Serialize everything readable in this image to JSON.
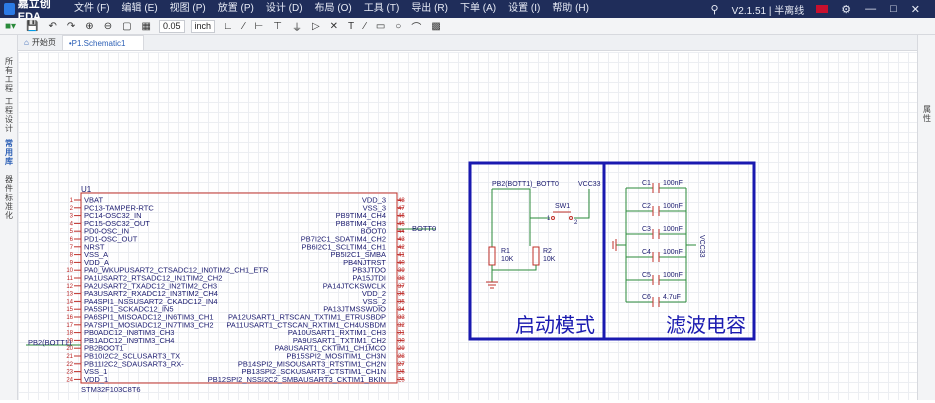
{
  "app": {
    "logo_text": "嘉立创EDA",
    "version": "V2.1.51 | 半离线"
  },
  "menu": [
    "文件 (F)",
    "编辑 (E)",
    "视图 (P)",
    "放置 (P)",
    "设计 (D)",
    "布局 (O)",
    "工具 (T)",
    "导出 (R)",
    "下单 (A)",
    "设置 (I)",
    "帮助 (H)"
  ],
  "toolbar": {
    "grid_value": "0.05",
    "unit": "inch"
  },
  "tabs": [
    {
      "label": "开始页"
    },
    {
      "label": "•P1.Schematic1"
    }
  ],
  "left_panel": [
    "所有工程",
    "工程设计",
    "常用库",
    "器件标准化"
  ],
  "right_panel": [
    "属性"
  ],
  "schematic": {
    "u1": {
      "ref": "U1",
      "value": "STM32F103C8T6",
      "left_pins": [
        {
          "num": "1",
          "name": "VBAT"
        },
        {
          "num": "2",
          "name": "PC13-TAMPER-RTC"
        },
        {
          "num": "3",
          "name": "PC14-OSC32_IN"
        },
        {
          "num": "4",
          "name": "PC15-OSC32_OUT"
        },
        {
          "num": "5",
          "name": "PD0-OSC_IN"
        },
        {
          "num": "6",
          "name": "PD1-OSC_OUT"
        },
        {
          "num": "7",
          "name": "NRST"
        },
        {
          "num": "8",
          "name": "VSS_A"
        },
        {
          "num": "9",
          "name": "VDD_A"
        },
        {
          "num": "10",
          "name": "PA0_WKUPUSART2_CTSADC12_IN0TIM2_CH1_ETR"
        },
        {
          "num": "11",
          "name": "PA1USART2_RTSADC12_IN1TIM2_CH2"
        },
        {
          "num": "12",
          "name": "PA2USART2_TXADC12_IN2TIM2_CH3"
        },
        {
          "num": "13",
          "name": "PA3USART2_RXADC12_IN3TIM2_CH4"
        },
        {
          "num": "14",
          "name": "PA4SPI1_NSSUSART2_CKADC12_IN4"
        },
        {
          "num": "15",
          "name": "PA5SPI1_SCKADC12_IN5"
        },
        {
          "num": "16",
          "name": "PA6SPI1_MISOADC12_IN6TIM3_CH1"
        },
        {
          "num": "17",
          "name": "PA7SPI1_MOSIADC12_IN7TIM3_CH2"
        },
        {
          "num": "18",
          "name": "PB0ADC12_IN8TIM3_CH3"
        },
        {
          "num": "19",
          "name": "PB1ADC12_IN9TIM3_CH4"
        },
        {
          "num": "20",
          "name": "PB2BOOT1"
        },
        {
          "num": "21",
          "name": "PB10I2C2_SCLUSART3_TX"
        },
        {
          "num": "22",
          "name": "PB11I2C2_SDAUSART3_RX-"
        },
        {
          "num": "23",
          "name": "VSS_1"
        },
        {
          "num": "24",
          "name": "VDD_1"
        }
      ],
      "right_pins": [
        {
          "num": "48",
          "name": "VDD_3"
        },
        {
          "num": "47",
          "name": "VSS_3"
        },
        {
          "num": "46",
          "name": "PB9TIM4_CH4"
        },
        {
          "num": "45",
          "name": "PB8TIM4_CH3"
        },
        {
          "num": "44",
          "name": "BOOT0"
        },
        {
          "num": "43",
          "name": "PB7I2C1_SDATIM4_CH2"
        },
        {
          "num": "42",
          "name": "PB6I2C1_SCLTIM4_CH1"
        },
        {
          "num": "41",
          "name": "PB5I2C1_SMBA"
        },
        {
          "num": "40",
          "name": "PB4NJTRST"
        },
        {
          "num": "39",
          "name": "PB3JTDO"
        },
        {
          "num": "38",
          "name": "PA15JTDI"
        },
        {
          "num": "37",
          "name": "PA14JTCKSWCLK"
        },
        {
          "num": "36",
          "name": "VDD_2"
        },
        {
          "num": "35",
          "name": "VSS_2"
        },
        {
          "num": "34",
          "name": "PA13JTMSSWDIO"
        },
        {
          "num": "33",
          "name": "PA12USART1_RTSCAN_TXTIM1_ETRUSBDP"
        },
        {
          "num": "32",
          "name": "PA11USART1_CTSCAN_RXTIM1_CH4USBDM"
        },
        {
          "num": "31",
          "name": "PA10USART1_RXTIM1_CH3"
        },
        {
          "num": "30",
          "name": "PA9USART1_TXTIM1_CH2"
        },
        {
          "num": "29",
          "name": "PA8USART1_CKTIM1_CH1MCO"
        },
        {
          "num": "28",
          "name": "PB15SPI2_MOSITIM1_CH3N"
        },
        {
          "num": "27",
          "name": "PB14SPI2_MISOUSART3_RTSTIM1_CH2N"
        },
        {
          "num": "26",
          "name": "PB13SPI2_SCKUSART3_CTSTIM1_CH1N"
        },
        {
          "num": "25",
          "name": "PB12SPI2_NSSI2C2_SMBAUSART3_CKTIM1_BKIN"
        }
      ]
    },
    "net_boot0": "BOTT0",
    "net_pb2": "PB2(BOTT1)",
    "boot_box": {
      "title": "启动模式",
      "net_pb2": "PB2(BOTT1)_BOTT0",
      "vcc": "VCC33",
      "sw_ref": "SW1",
      "sw_pin1": "1",
      "sw_pin2": "2",
      "r1_ref": "R1",
      "r1_val": "10K",
      "r2_ref": "R2",
      "r2_val": "10K"
    },
    "filter_box": {
      "title": "滤波电容",
      "vcc": "VCC33",
      "caps": [
        {
          "ref": "C1",
          "val": "100nF"
        },
        {
          "ref": "C2",
          "val": "100nF"
        },
        {
          "ref": "C3",
          "val": "100nF"
        },
        {
          "ref": "C4",
          "val": "100nF"
        },
        {
          "ref": "C5",
          "val": "100nF"
        },
        {
          "ref": "C6",
          "val": "4.7uF"
        }
      ]
    }
  }
}
